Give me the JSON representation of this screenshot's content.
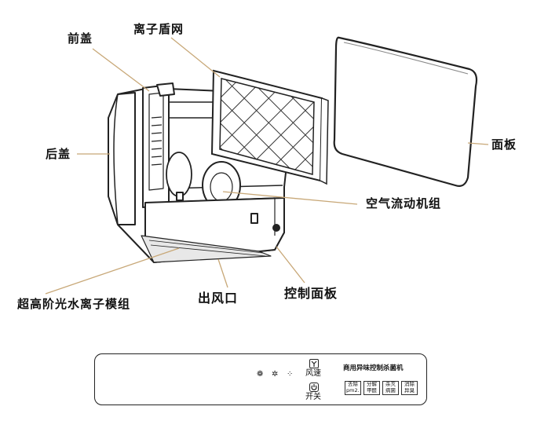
{
  "callouts": {
    "front_cover": "前盖",
    "ion_shield_net": "离子盾网",
    "back_cover": "后盖",
    "panel": "面板",
    "airflow_unit": "空气流动机组",
    "photo_hydro_ion_module": "超高阶光水离子模组",
    "air_outlet": "出风口",
    "control_panel": "控制面板"
  },
  "control_panel": {
    "title": "商用异味控制杀菌机",
    "speed_icons": [
      "❁",
      "✲",
      "⁘"
    ],
    "speed_label": "风速",
    "power_label": "开关",
    "function_buttons": [
      {
        "line1": "去除",
        "line2": "pm2.5"
      },
      {
        "line1": "分解",
        "line2": "甲醛"
      },
      {
        "line1": "杀灭",
        "line2": "病菌"
      },
      {
        "line1": "消除",
        "line2": "异臭"
      }
    ]
  },
  "icons": {
    "fan": "fan-icon",
    "power": "power-icon",
    "grid": "grid-icon"
  },
  "colors": {
    "leader_line": "#c8a878",
    "outline": "#222222"
  }
}
